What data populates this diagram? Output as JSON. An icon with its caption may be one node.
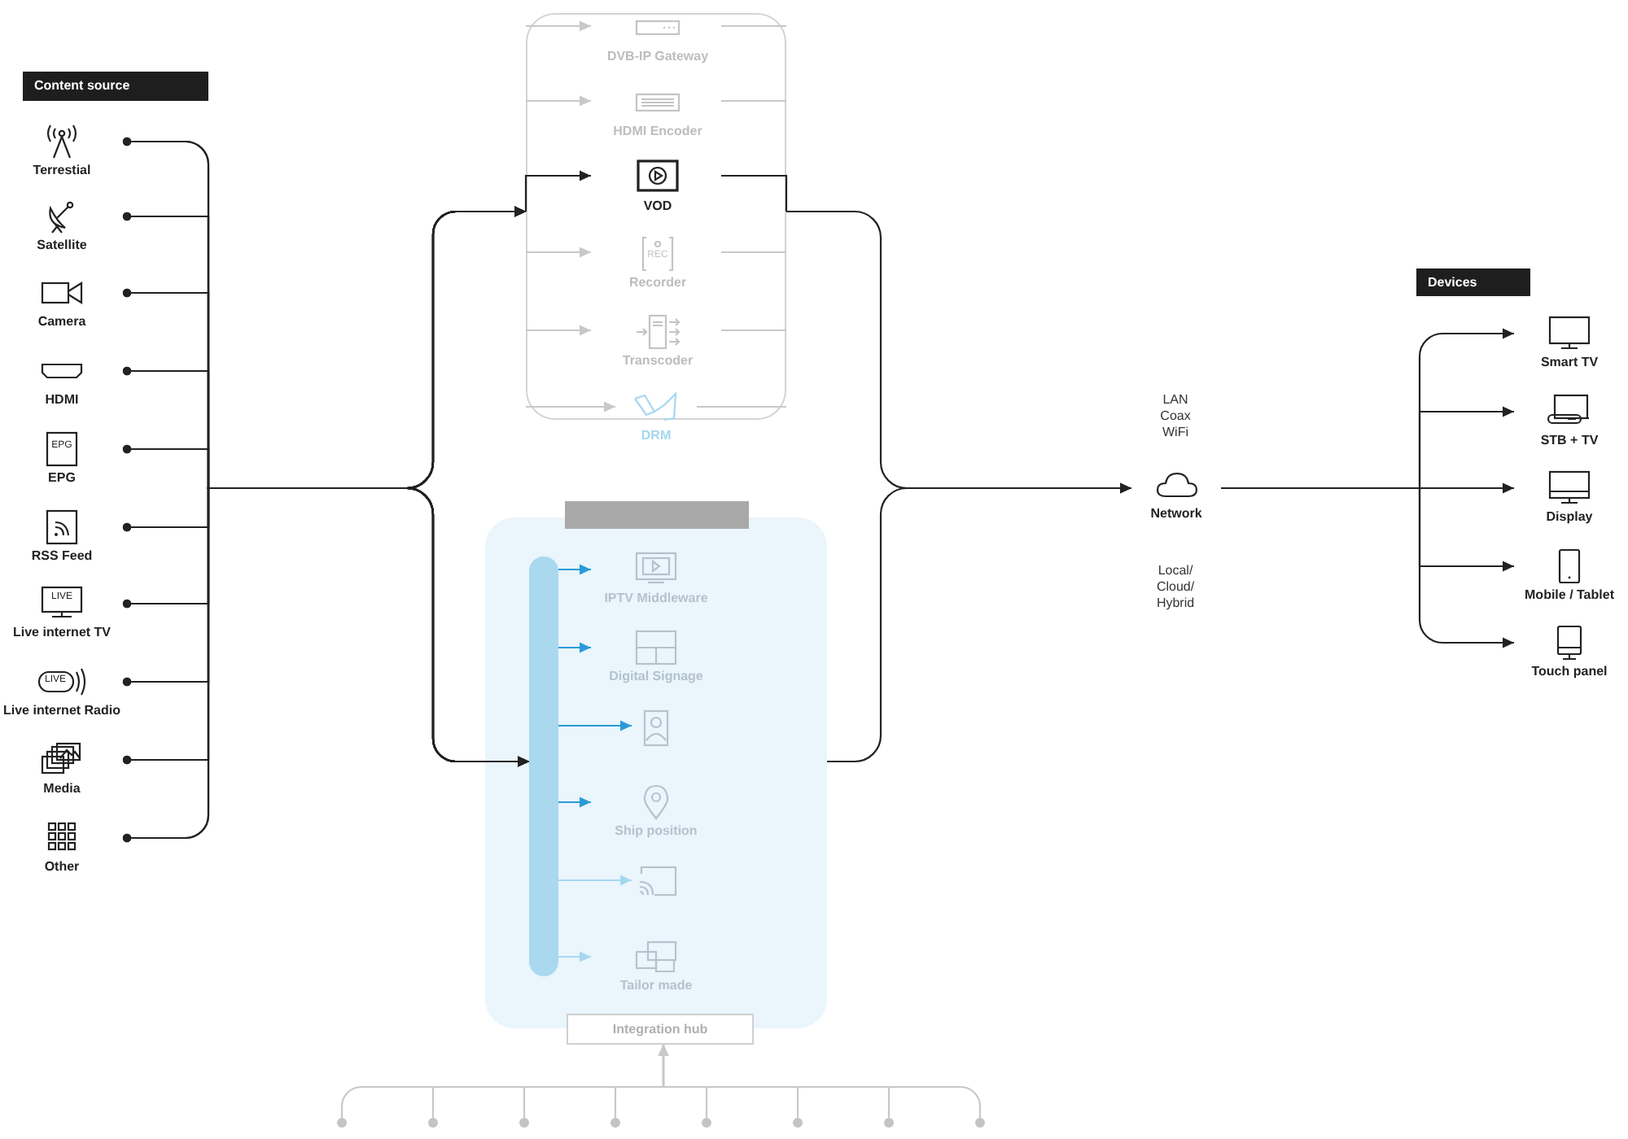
{
  "diagram": {
    "nodes": [
      {
        "text": [
          "Content source"
        ]
      },
      {
        "text": [
          "Terrestial"
        ]
      },
      {
        "text": [
          "Satellite"
        ]
      },
      {
        "text": [
          "Camera"
        ]
      },
      {
        "text": [
          "HDMI"
        ]
      },
      {
        "text": [
          "EPG",
          "EPG"
        ]
      },
      {
        "text": [
          "RSS Feed"
        ]
      },
      {
        "text": [
          "LIVE",
          "Live internet TV"
        ]
      },
      {
        "text": [
          "LIVE",
          "Live internet Radio"
        ]
      },
      {
        "text": [
          "Media"
        ]
      },
      {
        "text": [
          "Other"
        ]
      },
      {
        "text": [],
        "shape": "box"
      },
      {
        "text": [
          "DVB-IP Gateway"
        ],
        "in": 11
      },
      {
        "text": [
          "HDMI Encoder"
        ],
        "in": 11
      },
      {
        "text": [
          "VOD"
        ],
        "in": 11
      },
      {
        "text": [
          "REC",
          "Recorder"
        ],
        "in": 11
      },
      {
        "text": [
          "Transcoder"
        ],
        "in": 11
      },
      {
        "text": [
          "DRM"
        ]
      },
      {
        "text": [],
        "shape": "box"
      },
      {
        "text": [],
        "shape": "bar"
      },
      {
        "text": [],
        "shape": "bar",
        "in": 18
      },
      {
        "text": [
          "IPTV Middleware"
        ],
        "in": 18
      },
      {
        "text": [
          "Digital Signage"
        ],
        "in": 18
      },
      {
        "text": [],
        "shape": "person",
        "in": 18
      },
      {
        "text": [
          "Ship position"
        ],
        "in": 18
      },
      {
        "text": [],
        "shape": "box",
        "in": 18
      },
      {
        "text": [
          "Tailor made"
        ],
        "in": 18
      },
      {
        "text": [
          "Integration hub"
        ]
      },
      {
        "text": [],
        "shape": "circle"
      },
      {
        "text": [],
        "shape": "circle"
      },
      {
        "text": [],
        "shape": "circle"
      },
      {
        "text": [],
        "shape": "circle"
      },
      {
        "text": [],
        "shape": "circle"
      },
      {
        "text": [],
        "shape": "circle"
      },
      {
        "text": [],
        "shape": "circle"
      },
      {
        "text": [],
        "shape": "circle"
      },
      {
        "text": [
          "Network"
        ]
      },
      {
        "text": [
          "Devices"
        ]
      },
      {
        "text": [
          "Smart TV"
        ]
      },
      {
        "text": [
          "STB + TV"
        ]
      },
      {
        "text": [
          "Display"
        ]
      },
      {
        "text": [
          "Mobile / Tablet"
        ]
      },
      {
        "text": [
          "Touch panel"
        ]
      }
    ],
    "edges": [
      {
        "from": 1,
        "to": 11,
        "arrow": "to"
      },
      {
        "from": 2,
        "to": 11,
        "arrow": "to"
      },
      {
        "from": 3,
        "to": 11,
        "arrow": "to"
      },
      {
        "from": 4,
        "to": 11,
        "arrow": "to"
      },
      {
        "from": 5,
        "to": 11,
        "arrow": "to"
      },
      {
        "from": 6,
        "to": 11,
        "arrow": "to"
      },
      {
        "from": 7,
        "to": 11,
        "arrow": "to"
      },
      {
        "from": 8,
        "to": 11,
        "arrow": "to"
      },
      {
        "from": 9,
        "to": 11,
        "arrow": "to"
      },
      {
        "from": 10,
        "to": 11,
        "arrow": "to"
      },
      {
        "from": 1,
        "to": 20,
        "arrow": "to"
      },
      {
        "from": 2,
        "to": 20,
        "arrow": "to"
      },
      {
        "from": 3,
        "to": 20,
        "arrow": "to"
      },
      {
        "from": 4,
        "to": 20,
        "arrow": "to"
      },
      {
        "from": 5,
        "to": 20,
        "arrow": "to"
      },
      {
        "from": 6,
        "to": 20,
        "arrow": "to"
      },
      {
        "from": 7,
        "to": 20,
        "arrow": "to"
      },
      {
        "from": 8,
        "to": 20,
        "arrow": "to"
      },
      {
        "from": 9,
        "to": 20,
        "arrow": "to"
      },
      {
        "from": 10,
        "to": 20,
        "arrow": "to"
      },
      {
        "from": 11,
        "to": 12,
        "arrow": "to",
        "color": "#c8c8c8"
      },
      {
        "from": 11,
        "to": 13,
        "arrow": "to",
        "color": "#c8c8c8"
      },
      {
        "from": 11,
        "to": 14,
        "arrow": "to"
      },
      {
        "from": 11,
        "to": 15,
        "arrow": "to",
        "color": "#c8c8c8"
      },
      {
        "from": 11,
        "to": 16,
        "arrow": "to",
        "color": "#c8c8c8"
      },
      {
        "from": 11,
        "to": 17,
        "arrow": "to",
        "color": "#c8c8c8"
      },
      {
        "from": 12,
        "to": 11,
        "arrow": "none",
        "color": "#c8c8c8"
      },
      {
        "from": 13,
        "to": 11,
        "arrow": "none",
        "color": "#c8c8c8"
      },
      {
        "from": 14,
        "to": 11,
        "arrow": "none"
      },
      {
        "from": 15,
        "to": 11,
        "arrow": "none",
        "color": "#c8c8c8"
      },
      {
        "from": 16,
        "to": 11,
        "arrow": "none",
        "color": "#c8c8c8"
      },
      {
        "from": 17,
        "to": 11,
        "arrow": "none",
        "color": "#c8c8c8"
      },
      {
        "from": 20,
        "to": 21,
        "arrow": "to",
        "color": "#2b9bd6"
      },
      {
        "from": 20,
        "to": 22,
        "arrow": "to",
        "color": "#2b9bd6"
      },
      {
        "from": 20,
        "to": 23,
        "arrow": "to",
        "color": "#2b9bd6"
      },
      {
        "from": 20,
        "to": 24,
        "arrow": "to",
        "color": "#2b9bd6"
      },
      {
        "from": 20,
        "to": 25,
        "arrow": "to",
        "color": "#a6d7f0"
      },
      {
        "from": 20,
        "to": 26,
        "arrow": "to",
        "color": "#a6d7f0"
      },
      {
        "from": 11,
        "to": 36,
        "arrow": "to"
      },
      {
        "from": 18,
        "to": 36,
        "arrow": "to"
      },
      {
        "from": 28,
        "to": 27,
        "arrow": "to",
        "color": "#c8c8c8"
      },
      {
        "from": 29,
        "to": 27,
        "arrow": "to",
        "color": "#c8c8c8"
      },
      {
        "from": 30,
        "to": 27,
        "arrow": "to",
        "color": "#c8c8c8"
      },
      {
        "from": 31,
        "to": 27,
        "arrow": "to",
        "color": "#c8c8c8"
      },
      {
        "from": 32,
        "to": 27,
        "arrow": "to",
        "color": "#c8c8c8"
      },
      {
        "from": 33,
        "to": 27,
        "arrow": "to",
        "color": "#c8c8c8"
      },
      {
        "from": 34,
        "to": 27,
        "arrow": "to",
        "color": "#c8c8c8"
      },
      {
        "from": 35,
        "to": 27,
        "arrow": "to",
        "color": "#c8c8c8"
      },
      {
        "from": 36,
        "to": 38,
        "arrow": "to"
      },
      {
        "from": 36,
        "to": 39,
        "arrow": "to"
      },
      {
        "from": 36,
        "to": 40,
        "arrow": "to"
      },
      {
        "from": 36,
        "to": 41,
        "arrow": "to"
      },
      {
        "from": 36,
        "to": 42,
        "arrow": "to"
      }
    ],
    "labels": [
      "LAN Coax WiFi",
      "Local/ Cloud/ Hybrid"
    ]
  }
}
